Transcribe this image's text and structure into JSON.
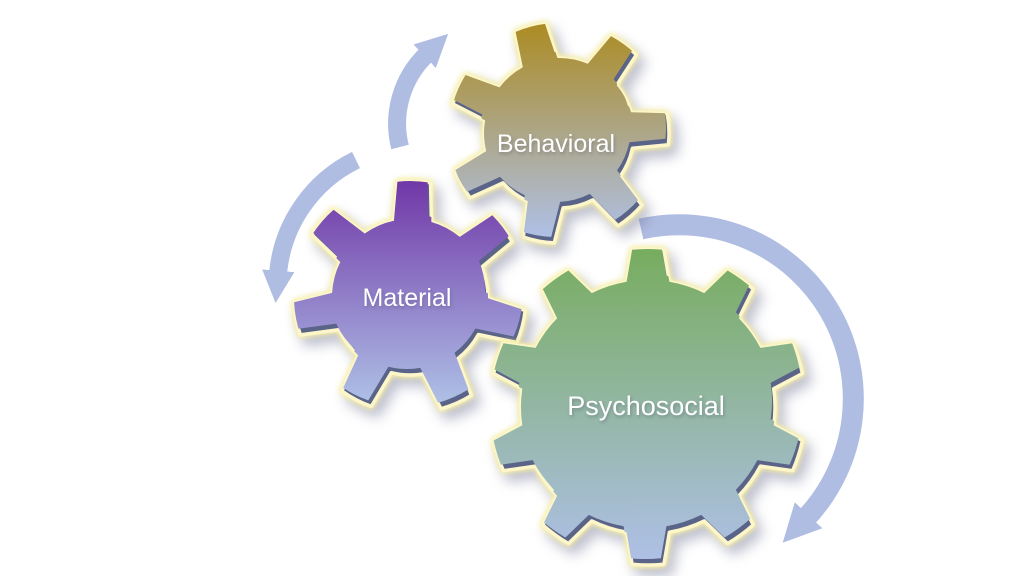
{
  "diagram": {
    "kind": "gear-cycle-diagram",
    "background": "#FFFFFF",
    "label_color": "#FFFFFF",
    "arrow_color": "#B0BDE2",
    "glow_color": "#FBF3B4",
    "gears": [
      {
        "id": "behavioral",
        "label": "Behavioral",
        "color_top": "#AC8A1E",
        "color_bottom": "#AEC0E6"
      },
      {
        "id": "material",
        "label": "Material",
        "color_top": "#6F34A6",
        "color_bottom": "#AEC0E6"
      },
      {
        "id": "psychosocial",
        "label": "Psychosocial",
        "color_top": "#76AC5C",
        "color_bottom": "#AEC0E6"
      }
    ],
    "arrows": [
      {
        "id": "arrow-up-right",
        "direction": "curves up toward upper-right"
      },
      {
        "id": "arrow-down-left",
        "direction": "curves down toward lower-left"
      },
      {
        "id": "arrow-clockwise",
        "direction": "large clockwise arc around right gear"
      }
    ]
  }
}
